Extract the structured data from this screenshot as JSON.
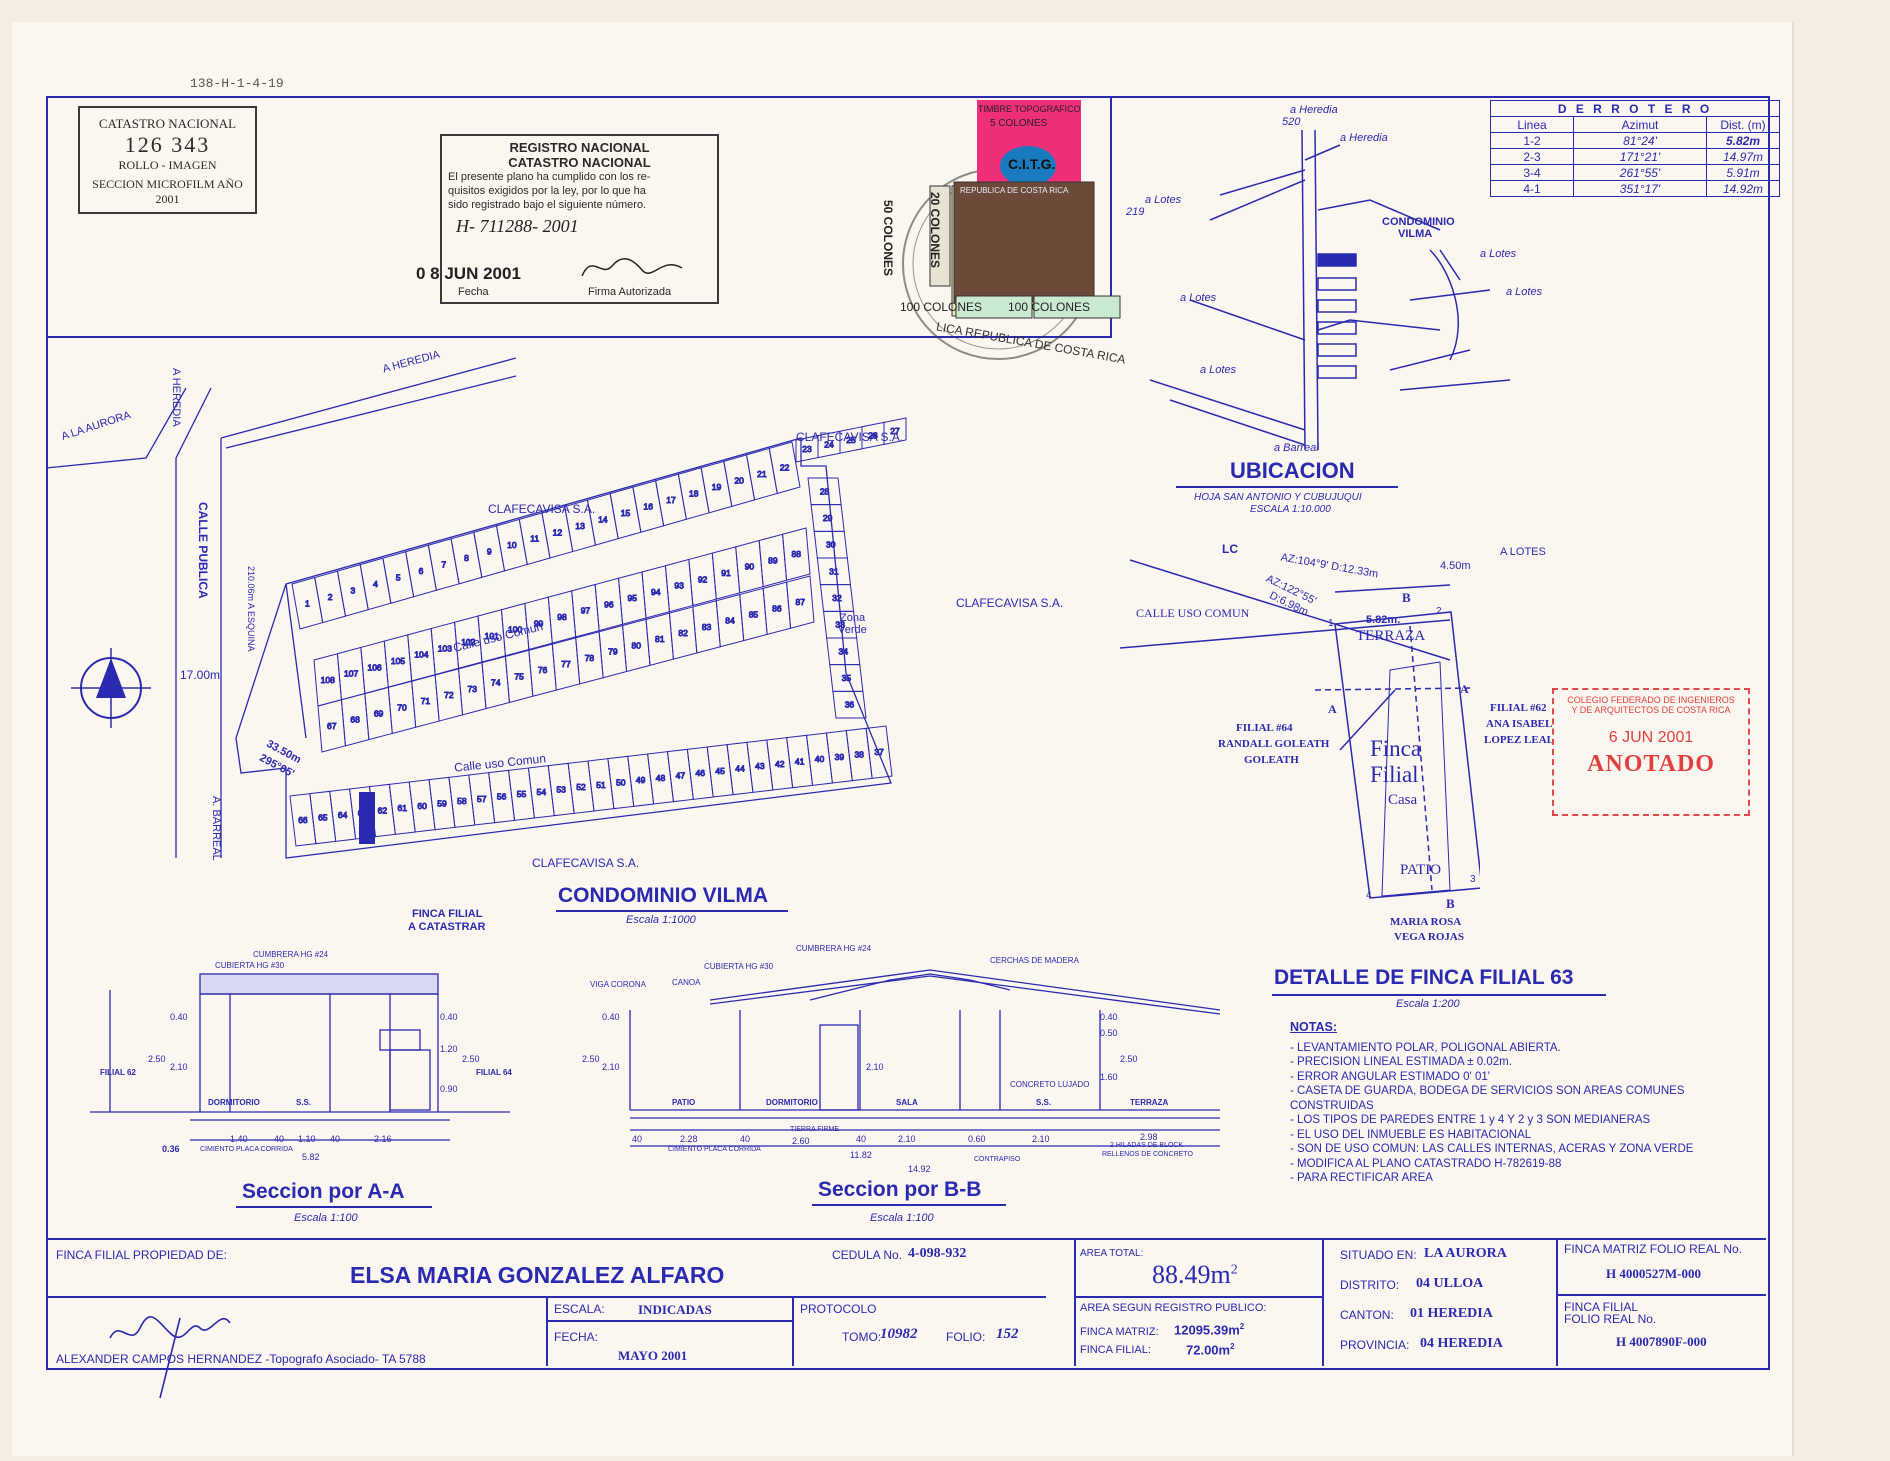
{
  "ref_code": "138-H-1-4-19",
  "catastro_stamp": {
    "title": "CATASTRO NACIONAL",
    "number": "126 343",
    "line2": "ROLLO - IMAGEN",
    "line3": "SECCION MICROFILM AÑO 2001"
  },
  "registro_stamp": {
    "title1": "REGISTRO NACIONAL",
    "title2": "CATASTRO NACIONAL",
    "text1": "El presente plano ha cumplido con los re-",
    "text2": "quisitos exigidos por la ley, por lo que ha",
    "text3": "sido registrado bajo el siguiente número.",
    "number": "H- 711288- 2001",
    "date": "0 8 JUN 2001",
    "fecha_label": "Fecha",
    "firma_label": "Firma Autorizada"
  },
  "stamps": {
    "timbre_title": "TIMBRE TOPOGRAFICO",
    "timbre_value": "5 COLONES",
    "timbre_logo": "C.I.T.G.",
    "s50": "50 COLONES",
    "s20": "20 COLONES",
    "s100a": "100 COLONES",
    "s100b": "100 COLONES",
    "republica": "REPUBLICA DE COSTA RICA",
    "seal_text": "LICA REPUBLICA DE COSTA RICA"
  },
  "derrotero": {
    "title": "D E R R O T E R O",
    "headers": [
      "Linea",
      "Azimut",
      "Dist. (m)"
    ],
    "rows": [
      [
        "1-2",
        "81°24'",
        "5.82m"
      ],
      [
        "2-3",
        "171°21'",
        "14.97m"
      ],
      [
        "3-4",
        "261°55'",
        "5.91m"
      ],
      [
        "4-1",
        "351°17'",
        "14.92m"
      ]
    ]
  },
  "ubicacion": {
    "a_heredia_1": "a Heredia",
    "n520": "520",
    "a_heredia_2": "a Heredia",
    "a_lotes_1": "a Lotes",
    "n219": "219",
    "condominio": "CONDOMINIO",
    "vilma": "VILMA",
    "a_lotes_2": "a Lotes",
    "a_lotes_3": "a Lotes",
    "a_lotes_4": "a Lotes",
    "a_lotes_5": "a Lotes",
    "a_barreal": "a Barreal",
    "title": "UBICACION",
    "sub1": "HOJA SAN ANTONIO Y CUBUJUQUI",
    "sub2": "ESCALA 1:10.000"
  },
  "site_plan": {
    "a_heredia_v": "A HEREDIA",
    "a_heredia_d": "A HEREDIA",
    "a_la_aurora": "A LA AURORA",
    "calle_publica": "CALLE PUBLICA",
    "a_barreal": "A. BARREAL",
    "esquina": "210.06m A ESQUINA",
    "width": "17.00m",
    "clafe_1": "CLAFECAVISA S.A.",
    "clafe_2": "CLAFECAVISA S.A.",
    "clafe_3": "CLAFECAVISA S.A.",
    "clafe_4": "CLAFECAVISA S.A.",
    "calle_1": "Calle uso Comun",
    "calle_2": "Calle uso Comun",
    "zona_1": "Zona",
    "zona_2": "Verde",
    "dim_1": "33.50m",
    "dim_2": "295°05'",
    "finca_1": "FINCA FILIAL",
    "finca_2": "A CATASTRAR",
    "title": "CONDOMINIO VILMA",
    "scale": "Escala 1:1000",
    "lot_top": [
      "1",
      "2",
      "3",
      "4",
      "5",
      "6",
      "7",
      "8",
      "9",
      "10",
      "11",
      "12",
      "13",
      "14",
      "15",
      "16",
      "17",
      "18",
      "19",
      "20",
      "21",
      "22"
    ],
    "lot_mid_upper": [
      "108",
      "107",
      "106",
      "105",
      "104",
      "103",
      "102",
      "101",
      "100",
      "99",
      "98",
      "97",
      "96",
      "95",
      "94",
      "93",
      "92",
      "91",
      "90",
      "89",
      "88"
    ],
    "lot_mid_lower": [
      "67",
      "68",
      "69",
      "70",
      "71",
      "72",
      "73",
      "74",
      "75",
      "76",
      "77",
      "78",
      "79",
      "80",
      "81",
      "82",
      "83",
      "84",
      "85",
      "86",
      "87"
    ],
    "lot_bottom": [
      "66",
      "65",
      "64",
      "63",
      "62",
      "61",
      "60",
      "59",
      "58",
      "57",
      "56",
      "55",
      "54",
      "53",
      "52",
      "51",
      "50",
      "49",
      "48",
      "47",
      "46",
      "45",
      "44",
      "43",
      "42",
      "41",
      "40",
      "39",
      "38",
      "37"
    ],
    "lot_right": [
      "28",
      "29",
      "30",
      "31",
      "32",
      "33",
      "34",
      "35",
      "36"
    ],
    "lot_corner": [
      "23",
      "24",
      "25",
      "26",
      "27"
    ]
  },
  "detalle": {
    "lc": "LC",
    "az1": "AZ:104°9'  D:12.33m",
    "az2": "AZ:122°55'",
    "d2": "D:6.98m",
    "d450": "4.50m",
    "a_lotes": "A LOTES",
    "calle": "CALLE USO COMUN",
    "b_top": "B",
    "dim_top": "5.82m.",
    "terraza": "TERRAZA",
    "a_left": "A",
    "a_right": "A",
    "filial64_1": "FILIAL #64",
    "filial64_2": "RANDALL GOLEATH",
    "filial64_3": "GOLEATH",
    "filial62_1": "FILIAL #62",
    "filial62_2": "ANA ISABEL",
    "filial62_3": "LOPEZ LEAL",
    "finca": "Finca",
    "filial": "Filial",
    "casa": "Casa",
    "patio": "PATIO",
    "b_bottom": "B",
    "maria_1": "MARIA ROSA",
    "maria_2": "VEGA ROJAS",
    "p1": "1",
    "p2": "2",
    "p3": "3",
    "p4": "4",
    "title": "DETALLE DE FINCA FILIAL 63",
    "scale": "Escala 1:200"
  },
  "colegio_stamp": {
    "line1": "COLEGIO FEDERADO DE INGENIEROS",
    "line2": "Y DE ARQUITECTOS DE COSTA RICA",
    "date": "6 JUN 2001",
    "status": "ANOTADO"
  },
  "notes": {
    "title": "NOTAS:",
    "items": [
      "- LEVANTAMIENTO POLAR, POLIGONAL ABIERTA.",
      "- PRECISION LINEAL ESTIMADA ± 0.02m.",
      "- ERROR ANGULAR ESTIMADO 0' 01'",
      "- CASETA DE GUARDA, BODEGA DE SERVICIOS SON AREAS COMUNES",
      "  CONSTRUIDAS",
      "- LOS TIPOS DE PAREDES ENTRE 1 y 4 Y 2 y 3 SON MEDIANERAS",
      "- EL USO DEL INMUEBLE ES HABITACIONAL",
      "- SON DE USO COMUN: LAS CALLES INTERNAS, ACERAS Y ZONA VERDE",
      "- MODIFICA AL PLANO CATASTRADO H-782619-88",
      "- PARA RECTIFICAR AREA"
    ]
  },
  "section_aa": {
    "cumbrera": "CUMBRERA HG #24",
    "cubierta": "CUBIERTA HG #30",
    "d040a": "0.40",
    "d250": "2.50",
    "d210": "2.10",
    "filial62": "FILIAL 62",
    "d040b": "0.40",
    "d120": "1.20",
    "d250b": "2.50",
    "d090": "0.90",
    "filial64": "FILIAL 64",
    "dormitorio": "DORMITORIO",
    "ss": "S.S.",
    "d036": "0.36",
    "d140": "1.40",
    "d40a": "40",
    "d110": "1.10",
    "d40b": "40",
    "d216": "2.16",
    "cimiento": "CIMIENTO PLACA CORRIDA",
    "d582": "5.82",
    "title": "Seccion por A-A",
    "scale": "Escala 1:100"
  },
  "section_bb": {
    "cumbrera": "CUMBRERA HG #24",
    "cubierta": "CUBIERTA HG #30",
    "cerchas": "CERCHAS DE MADERA",
    "viga": "VIGA CORONA",
    "canoa": "CANOA",
    "d040a": "0.40",
    "d250": "2.50",
    "d210": "2.10",
    "d210b": "2.10",
    "d040b": "0.40",
    "d050": "0.50",
    "d250b": "2.50",
    "d160": "1.60",
    "concreto": "CONCRETO LUJADO",
    "patio": "PATIO",
    "dormitorio": "DORMITORIO",
    "sala": "SALA",
    "ss": "S.S.",
    "terraza": "TERRAZA",
    "tierra": "TIERRA FIRME",
    "d40": "40",
    "d228": "2.28",
    "d40b": "40",
    "d260": "2.60",
    "d40c": "40",
    "d210c": "2.10",
    "d060": "0.60",
    "d210d": "2.10",
    "d298": "2.98",
    "hiladas": "2 HILADAS DE BLOCK",
    "rellenos": "RELLENOS DE CONCRETO",
    "cimiento": "CIMIENTO PLACA CORRIDA",
    "d1182": "11.82",
    "contrapiso": "CONTRAPISO",
    "d1492": "14.92",
    "title": "Seccion por B-B",
    "scale": "Escala 1:100"
  },
  "title_block": {
    "owner_label": "FINCA FILIAL PROPIEDAD DE:",
    "owner": "ELSA MARIA GONZALEZ ALFARO",
    "cedula_label": "CEDULA No.",
    "cedula": "4-098-932",
    "area_label": "AREA TOTAL:",
    "area_value": "88.49m",
    "area_sup": "2",
    "situado_label": "SITUADO EN:",
    "situado": "LA AURORA",
    "distrito_label": "DISTRITO:",
    "distrito": "04 ULLOA",
    "canton_label": "CANTON:",
    "canton": "01 HEREDIA",
    "provincia_label": "PROVINCIA:",
    "provincia": "04 HEREDIA",
    "matriz_label": "FINCA MATRIZ  FOLIO REAL No.",
    "matriz": "H 4000527M-000",
    "filial_folio_label1": "FINCA FILIAL",
    "filial_folio_label2": "FOLIO REAL No.",
    "filial_folio": "H 4007890F-000",
    "escala_label": "ESCALA:",
    "escala": "INDICADAS",
    "fecha_label": "FECHA:",
    "fecha": "MAYO 2001",
    "protocolo_label": "PROTOCOLO",
    "tomo_label": "TOMO:",
    "tomo": "10982",
    "folio_label": "FOLIO:",
    "folio": "152",
    "registro_label": "AREA SEGUN REGISTRO PUBLICO:",
    "fm_label": "FINCA MATRIZ:",
    "fm_value": "12095.39m",
    "ff_label": "FINCA FILIAL:",
    "ff_value": "72.00m",
    "sup2": "2",
    "surveyor": "ALEXANDER CAMPOS HERNANDEZ  -Topografo Asociado-  TA 5788"
  }
}
